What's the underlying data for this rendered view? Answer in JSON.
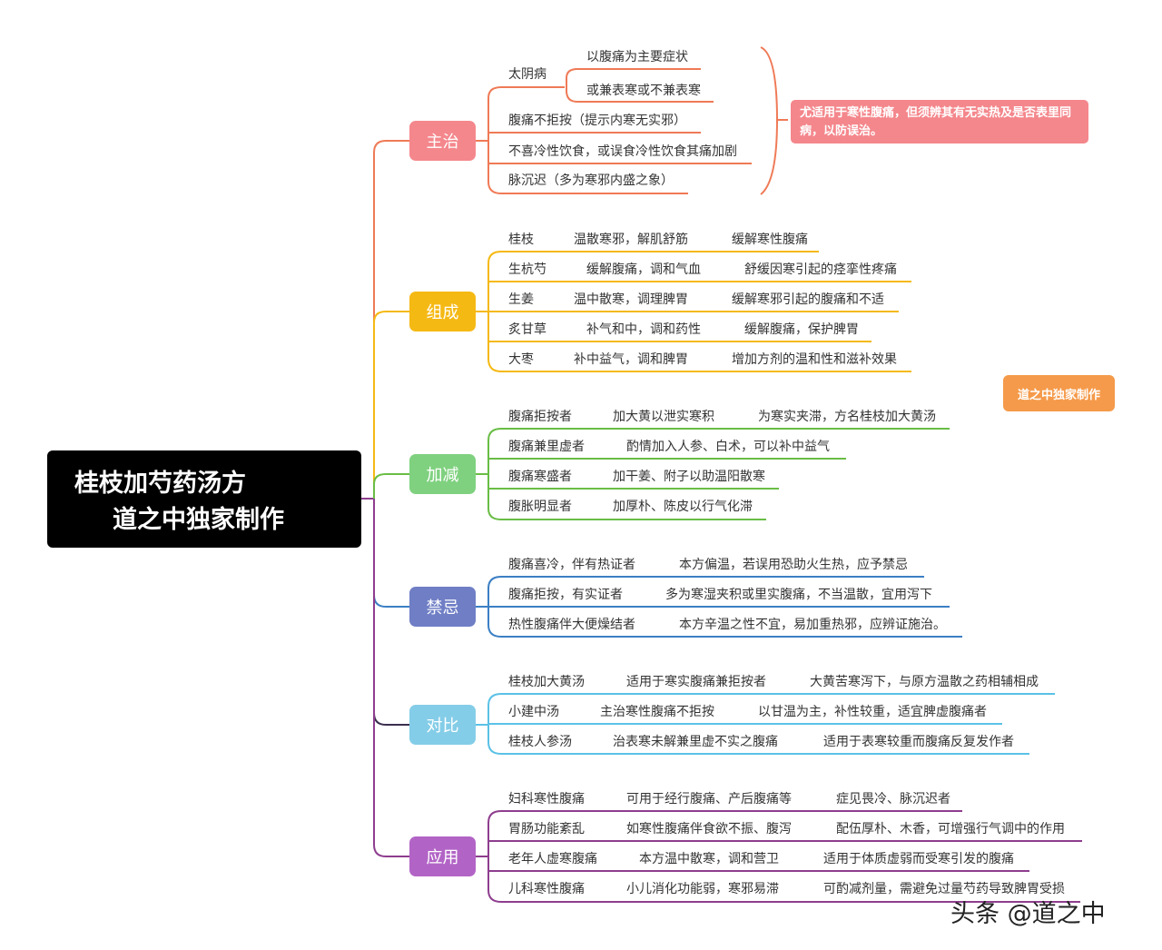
{
  "root": {
    "line1": "桂枝加芍药汤方",
    "line2": "道之中独家制作"
  },
  "note": "尤适用于寒性腹痛，但须辨其有无实热及是否表里同病，以防误治。",
  "stamp": "道之中独家制作",
  "watermark": "头条 @道之中",
  "colors": {
    "zhuzhi": "#f4878c",
    "zucheng": "#f5b914",
    "jiajian": "#7fd17f",
    "jinji": "#6f7ec5",
    "duibi": "#84cde8",
    "yingyong": "#b264c6",
    "zhuzhi_line": "#ef7a56",
    "zucheng_line": "#f5b914",
    "jiajian_line": "#69bd45",
    "jinji_line": "#3b7fc4",
    "duibi_line": "#5bc1e6",
    "yingyong_line": "#8e3d8e"
  },
  "branches": [
    {
      "key": "zhuzhi",
      "label": "主治"
    },
    {
      "key": "zucheng",
      "label": "组成"
    },
    {
      "key": "jiajian",
      "label": "加减"
    },
    {
      "key": "jinji",
      "label": "禁忌"
    },
    {
      "key": "duibi",
      "label": "对比"
    },
    {
      "key": "yingyong",
      "label": "应用"
    }
  ],
  "zhuzhi": {
    "taiyin": "太阴病",
    "taiyin_sub": [
      "以腹痛为主要症状",
      "或兼表寒或不兼表寒"
    ],
    "items": [
      "腹痛不拒按（提示内寒无实邪）",
      "不喜冷性饮食，或误食冷性饮食其痛加剧",
      "脉沉迟（多为寒邪内盛之象）"
    ]
  },
  "zucheng": [
    [
      "桂枝",
      "温散寒邪，解肌舒筋",
      "缓解寒性腹痛"
    ],
    [
      "生杭芍",
      "缓解腹痛，调和气血",
      "舒缓因寒引起的痉挛性疼痛"
    ],
    [
      "生姜",
      "温中散寒，调理脾胃",
      "缓解寒邪引起的腹痛和不适"
    ],
    [
      "炙甘草",
      "补气和中，调和药性",
      "缓解腹痛，保护脾胃"
    ],
    [
      "大枣",
      "补中益气，调和脾胃",
      "增加方剂的温和性和滋补效果"
    ]
  ],
  "jiajian": [
    [
      "腹痛拒按者",
      "加大黄以泄实寒积",
      "为寒实夹滞，方名桂枝加大黄汤"
    ],
    [
      "腹痛兼里虚者",
      "酌情加入人参、白术，可以补中益气"
    ],
    [
      "腹痛寒盛者",
      "加干姜、附子以助温阳散寒"
    ],
    [
      "腹胀明显者",
      "加厚朴、陈皮以行气化滞"
    ]
  ],
  "jinji": [
    [
      "腹痛喜冷，伴有热证者",
      "本方偏温，若误用恐助火生热，应予禁忌"
    ],
    [
      "腹痛拒按，有实证者",
      "多为寒湿夹积或里实腹痛，不当温散，宜用泻下"
    ],
    [
      "热性腹痛伴大便燥结者",
      "本方辛温之性不宜，易加重热邪，应辨证施治。"
    ]
  ],
  "duibi": [
    [
      "桂枝加大黄汤",
      "适用于寒实腹痛兼拒按者",
      "大黄苦寒泻下，与原方温散之药相辅相成"
    ],
    [
      "小建中汤",
      "主治寒性腹痛不拒按",
      "以甘温为主，补性较重，适宜脾虚腹痛者"
    ],
    [
      "桂枝人参汤",
      "治表寒未解兼里虚不实之腹痛",
      "适用于表寒较重而腹痛反复发作者"
    ]
  ],
  "yingyong": [
    [
      "妇科寒性腹痛",
      "可用于经行腹痛、产后腹痛等",
      "症见畏冷、脉沉迟者"
    ],
    [
      "胃肠功能紊乱",
      "如寒性腹痛伴食欲不振、腹泻",
      "配伍厚朴、木香，可增强行气调中的作用"
    ],
    [
      "老年人虚寒腹痛",
      "本方温中散寒，调和营卫",
      "适用于体质虚弱而受寒引发的腹痛"
    ],
    [
      "儿科寒性腹痛",
      "小儿消化功能弱，寒邪易滞",
      "可酌减剂量，需避免过量芍药导致脾胃受损"
    ]
  ]
}
